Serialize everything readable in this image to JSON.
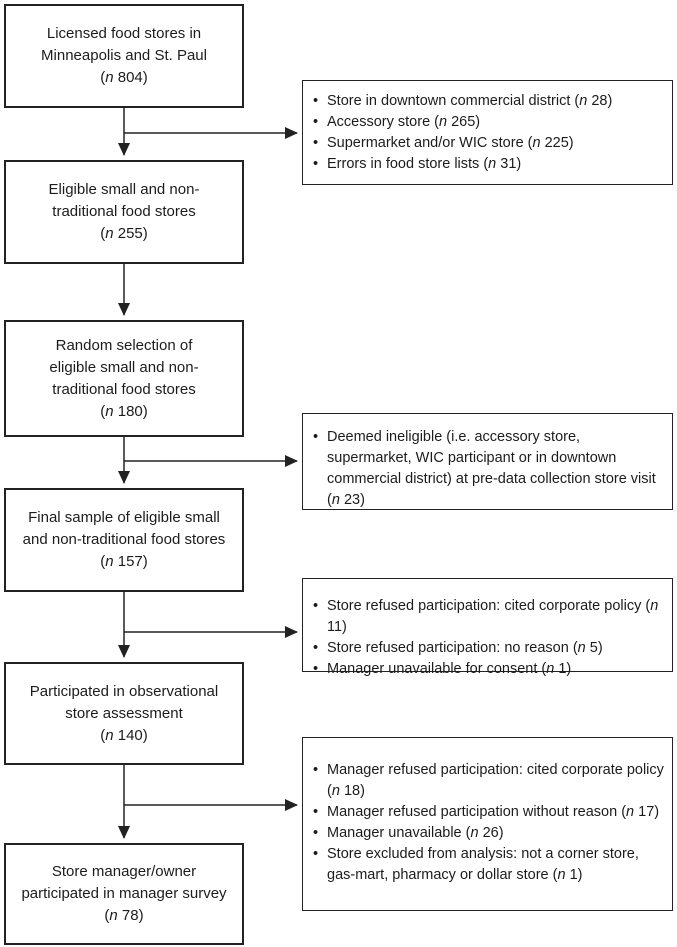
{
  "figure": {
    "title": "Study flow diagram of licensed food stores",
    "bullet_char": "•",
    "main_boxes": [
      {
        "id": "licensed-food-stores",
        "lines": [
          "Licensed food stores in",
          "Minneapolis and St. Paul",
          "(*n* 804)"
        ]
      },
      {
        "id": "eligible-stores",
        "lines": [
          "Eligible small and non-",
          "traditional food stores",
          "(*n* 255)"
        ]
      },
      {
        "id": "random-selection",
        "lines": [
          "Random selection of",
          "eligible small and non-",
          "traditional food stores",
          "(*n* 180)"
        ]
      },
      {
        "id": "final-sample",
        "lines": [
          "Final sample of eligible small",
          "and non-traditional food stores",
          "(*n* 157)"
        ]
      },
      {
        "id": "observational-assessment",
        "lines": [
          "Participated in observational",
          "store assessment",
          "(*n* 140)"
        ]
      },
      {
        "id": "manager-survey",
        "lines": [
          "Store manager/owner",
          "participated in manager survey",
          "(*n* 78)"
        ]
      }
    ],
    "side_boxes": [
      {
        "id": "exclusions-initial",
        "bullets": [
          "Store in downtown commercial district (*n* 28)",
          "Accessory store (*n* 265)",
          "Supermarket and/or WIC store (*n* 225)",
          "Errors in food store lists (*n* 31)"
        ]
      },
      {
        "id": "exclusions-pre-data-visit",
        "bullets": [
          "Deemed ineligible (i.e. accessory store, supermarket, WIC participant or in downtown commercial district) at pre-data collection store visit (*n* 23)"
        ]
      },
      {
        "id": "exclusions-store-refusal",
        "bullets": [
          "Store refused participation: cited corporate policy (*n* 11)",
          "Store refused participation: no reason (*n* 5)",
          "Manager unavailable for consent (*n* 1)"
        ]
      },
      {
        "id": "exclusions-manager-refusal",
        "bullets": [
          "Manager refused participation: cited corporate policy (*n* 18)",
          "Manager refused participation without reason (*n* 17)",
          "Manager unavailable (*n* 26)",
          "Store excluded from analysis: not a corner store, gas-mart, pharmacy or dollar store (*n* 1)"
        ]
      }
    ],
    "colors": {
      "line": "#222222",
      "text": "#1c1c1c",
      "background": "#ffffff"
    }
  }
}
